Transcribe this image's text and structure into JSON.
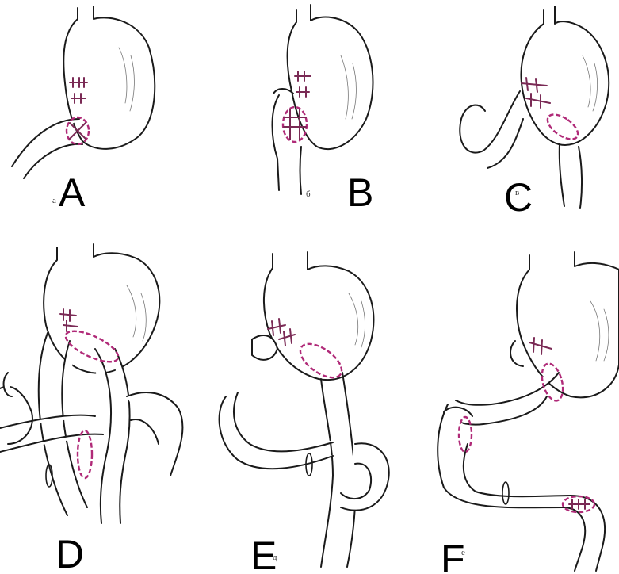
{
  "figure": {
    "panels": [
      {
        "id": "A",
        "label": "A",
        "sublabel": "а"
      },
      {
        "id": "B",
        "label": "B",
        "sublabel": "б"
      },
      {
        "id": "C",
        "label": "C",
        "sublabel": "в"
      },
      {
        "id": "D",
        "label": "D",
        "sublabel": ""
      },
      {
        "id": "E",
        "label": "E",
        "sublabel": "д"
      },
      {
        "id": "F",
        "label": "F",
        "sublabel": "е"
      }
    ]
  },
  "colors": {
    "ink": "#1a1a1a",
    "anastomosis": "#b02a78",
    "suture": "#7a2a55",
    "background": "#ffffff"
  }
}
